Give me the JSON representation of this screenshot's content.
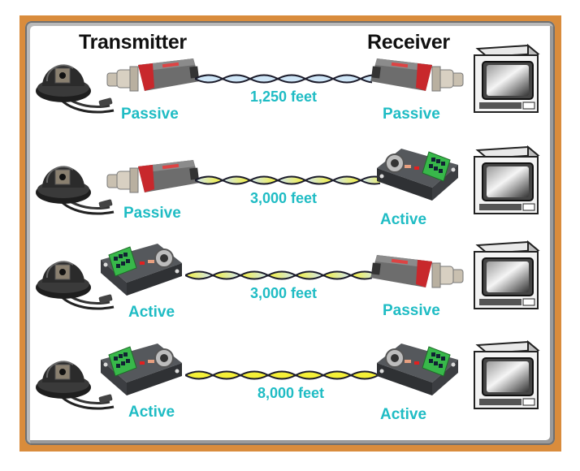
{
  "headings": {
    "transmitter": "Transmitter",
    "receiver": "Receiver"
  },
  "rows": [
    {
      "transmitter": "Passive",
      "receiver": "Passive",
      "distance": "1,250 feet",
      "cable_color_left": "#cfe6f7",
      "cable_color_right": "#cfe6f7"
    },
    {
      "transmitter": "Passive",
      "receiver": "Active",
      "distance": "3,000 feet",
      "cable_color_left": "#cfe6f7",
      "cable_color_right": "#f5f038"
    },
    {
      "transmitter": "Active",
      "receiver": "Passive",
      "distance": "3,000 feet",
      "cable_color_left": "#f5f038",
      "cable_color_right": "#cfe6f7"
    },
    {
      "transmitter": "Active",
      "receiver": "Active",
      "distance": "8,000 feet",
      "cable_color_left": "#f5f038",
      "cable_color_right": "#f5f038"
    }
  ],
  "colors": {
    "frame": "#d98c3c",
    "label": "#1fbcc4",
    "heading": "#111111"
  }
}
